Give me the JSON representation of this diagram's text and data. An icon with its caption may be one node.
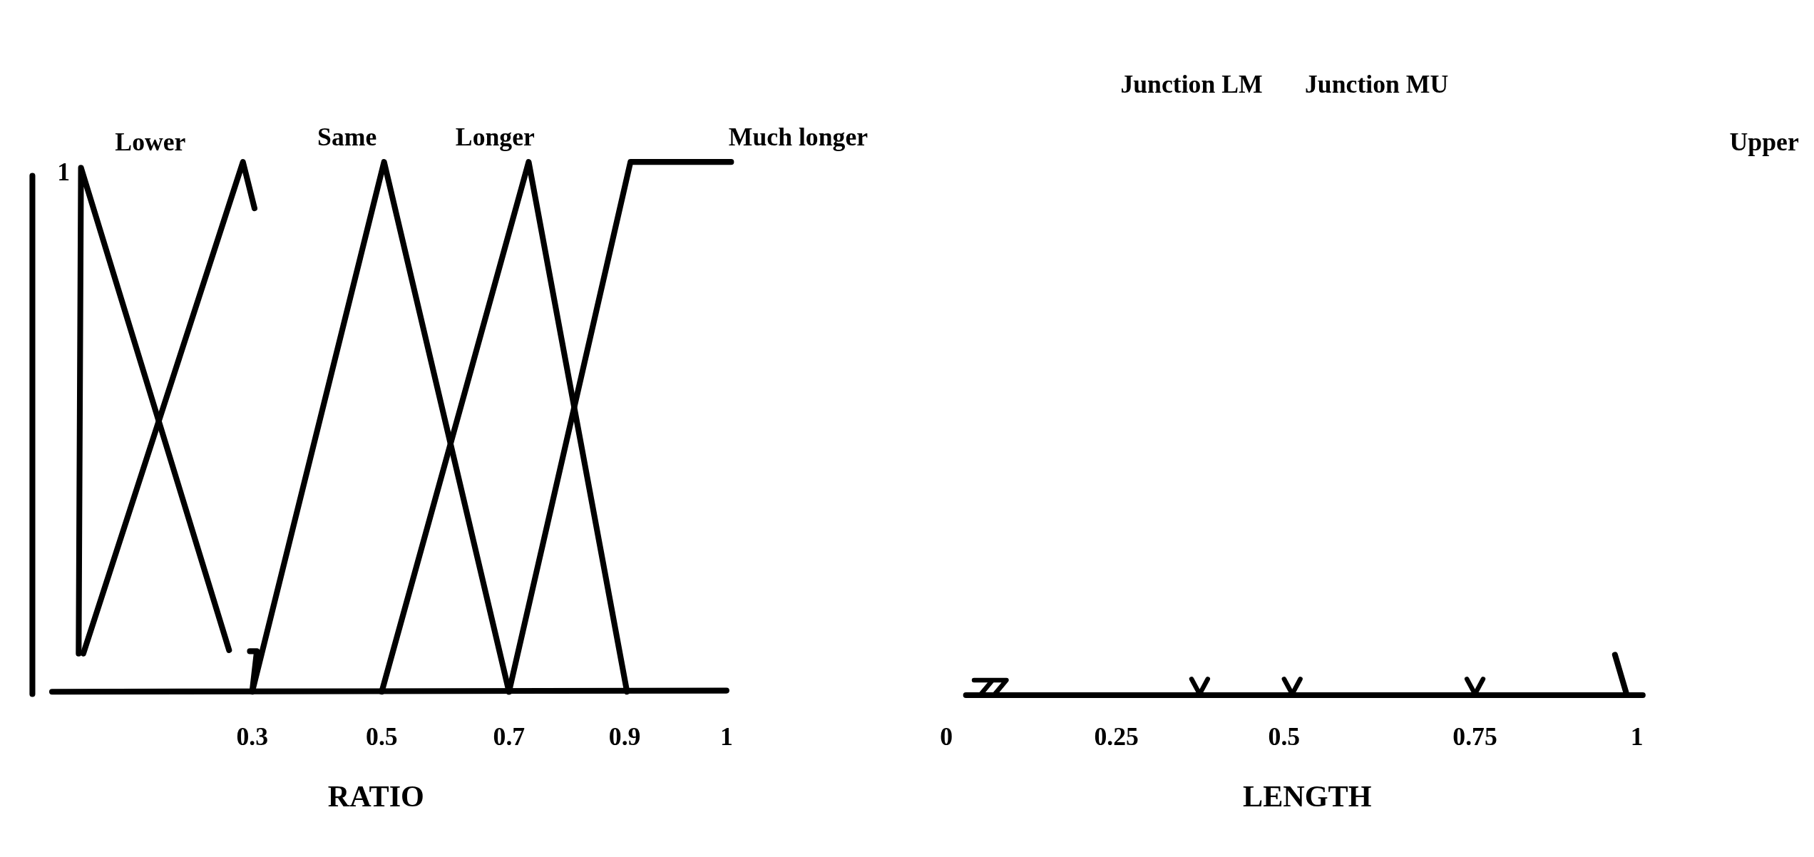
{
  "diagram": {
    "labels": [
      "Junction LM",
      "Junction MU",
      "Lower",
      "Same",
      "Longer",
      "Much longer",
      "Upper",
      "1",
      "0.3",
      "0.5",
      "0.7",
      "0.9",
      "1",
      "0",
      "0.25",
      "0.5",
      "0.75",
      "1",
      "RATIO",
      "LENGTH"
    ]
  }
}
